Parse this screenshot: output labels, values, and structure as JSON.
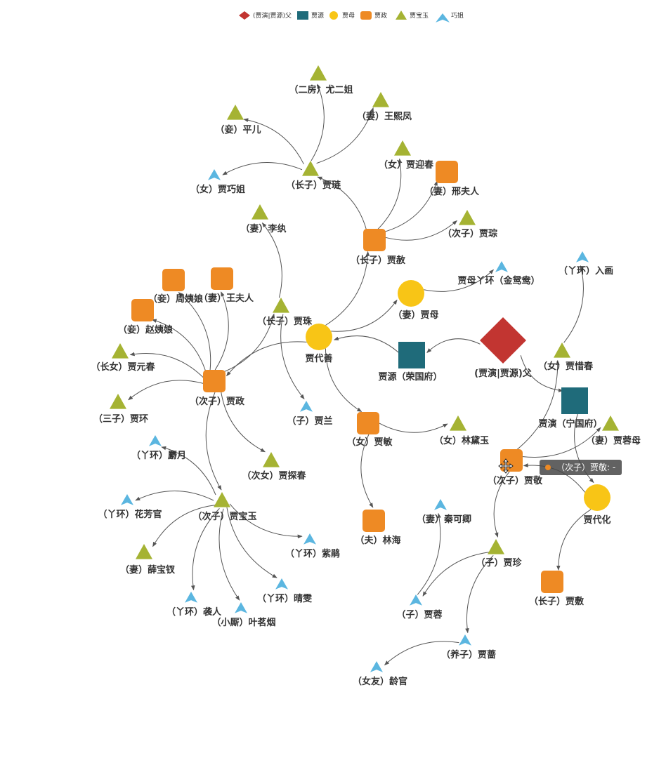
{
  "categories": [
    {
      "name": "(贾演|贾源)父",
      "shape": "diamond",
      "color": "#c23531"
    },
    {
      "name": "贾源",
      "shape": "square",
      "color": "#1f6b7a"
    },
    {
      "name": "贾母",
      "shape": "circle",
      "color": "#f8c516"
    },
    {
      "name": "贾政",
      "shape": "roundrect",
      "color": "#ee8a24"
    },
    {
      "name": "贾宝玉",
      "shape": "triangle",
      "color": "#a5b333"
    },
    {
      "name": "巧姐",
      "shape": "arrow",
      "color": "#5bb6e0"
    }
  ],
  "nodes": [
    {
      "id": "ancestor",
      "name": "(贾演|贾源)父",
      "category": 0
    },
    {
      "id": "jiayuan",
      "name": "贾源（荣国府）",
      "category": 1
    },
    {
      "id": "jiayan",
      "name": "贾演（宁国府）",
      "category": 1
    },
    {
      "id": "jiamu",
      "name": "（妻）贾母",
      "category": 2
    },
    {
      "id": "jiadaishan",
      "name": "贾代善",
      "category": 2
    },
    {
      "id": "jiadaihua",
      "name": "贾代化",
      "category": 2
    },
    {
      "id": "jiashe",
      "name": "（长子）贾赦",
      "category": 3
    },
    {
      "id": "jiazheng",
      "name": "（次子）贾政",
      "category": 3
    },
    {
      "id": "jiamin",
      "name": "（女）贾敏",
      "category": 3
    },
    {
      "id": "linhai",
      "name": "（夫）林海",
      "category": 3
    },
    {
      "id": "xingfuren",
      "name": "（妻）邢夫人",
      "category": 3
    },
    {
      "id": "wangfuren",
      "name": "（妻）王夫人",
      "category": 3
    },
    {
      "id": "zhouyiniang",
      "name": "（妾）周姨娘",
      "category": 3
    },
    {
      "id": "zhaoyiniang",
      "name": "（妾）赵姨娘",
      "category": 3
    },
    {
      "id": "jiajing",
      "name": "（次子）贾敬",
      "category": 3
    },
    {
      "id": "jiafu",
      "name": "（长子）贾敷",
      "category": 3
    },
    {
      "id": "youerjie",
      "name": "（二房）尤二姐",
      "category": 4
    },
    {
      "id": "wangxifeng",
      "name": "（妻）王熙凤",
      "category": 4
    },
    {
      "id": "pinger",
      "name": "（妾）平儿",
      "category": 4
    },
    {
      "id": "jialian",
      "name": "（长子）贾琏",
      "category": 4
    },
    {
      "id": "jiayingchun",
      "name": "（女）贾迎春",
      "category": 4
    },
    {
      "id": "jiacong",
      "name": "（次子）贾琮",
      "category": 4
    },
    {
      "id": "liwan",
      "name": "（妻）李纨",
      "category": 4
    },
    {
      "id": "jiazhu",
      "name": "（长子）贾珠",
      "category": 4
    },
    {
      "id": "jiayuanchun",
      "name": "（长女）贾元春",
      "category": 4
    },
    {
      "id": "jiahuan",
      "name": "（三子）贾环",
      "category": 4
    },
    {
      "id": "jiatanchun",
      "name": "（次女）贾探春",
      "category": 4
    },
    {
      "id": "jiabaoyu",
      "name": "（次子）贾宝玉",
      "category": 4
    },
    {
      "id": "xuebaochai",
      "name": "（妻）薛宝钗",
      "category": 4
    },
    {
      "id": "lindaiyu",
      "name": "（女）林黛玉",
      "category": 4
    },
    {
      "id": "jiaxichun",
      "name": "（女）贾惜春",
      "category": 4
    },
    {
      "id": "jiarongmu",
      "name": "（妻）贾蓉母",
      "category": 4
    },
    {
      "id": "jiazhen",
      "name": "（子）贾珍",
      "category": 4
    },
    {
      "id": "jiaqiaojie",
      "name": "（女）贾巧姐",
      "category": 5
    },
    {
      "id": "yuanyang",
      "name": "贾母丫环（金鸳鸯）",
      "category": 5
    },
    {
      "id": "ruhua",
      "name": "（丫环）入画",
      "category": 5
    },
    {
      "id": "jialan",
      "name": "（子）贾兰",
      "category": 5
    },
    {
      "id": "sheyue",
      "name": "（丫环）麝月",
      "category": 5
    },
    {
      "id": "huafangguan",
      "name": "（丫环）花芳官",
      "category": 5
    },
    {
      "id": "zijuan",
      "name": "（丫环）紫鹃",
      "category": 5
    },
    {
      "id": "qingwen",
      "name": "（丫环）晴雯",
      "category": 5
    },
    {
      "id": "xiren",
      "name": "（丫环）袭人",
      "category": 5
    },
    {
      "id": "yemingyan",
      "name": "（小厮）叶茗烟",
      "category": 5
    },
    {
      "id": "qinkeqing",
      "name": "（妻）秦可卿",
      "category": 5
    },
    {
      "id": "jiarong",
      "name": "（子）贾蓉",
      "category": 5
    },
    {
      "id": "jiaqiang",
      "name": "（养子）贾蔷",
      "category": 5
    },
    {
      "id": "lingguan",
      "name": "（女友）龄官",
      "category": 5
    }
  ],
  "links": [
    {
      "source": "ancestor",
      "target": "jiayuan"
    },
    {
      "source": "ancestor",
      "target": "jiayan"
    },
    {
      "source": "jiayuan",
      "target": "jiadaishan"
    },
    {
      "source": "jiadaishan",
      "target": "jiamu"
    },
    {
      "source": "jiamu",
      "target": "yuanyang"
    },
    {
      "source": "jiadaishan",
      "target": "jiashe"
    },
    {
      "source": "jiadaishan",
      "target": "jiazheng"
    },
    {
      "source": "jiadaishan",
      "target": "jiamin"
    },
    {
      "source": "jiamin",
      "target": "lindaiyu"
    },
    {
      "source": "jiamin",
      "target": "linhai"
    },
    {
      "source": "jiashe",
      "target": "jialian"
    },
    {
      "source": "jiashe",
      "target": "jiayingchun"
    },
    {
      "source": "jiashe",
      "target": "xingfuren"
    },
    {
      "source": "jiashe",
      "target": "jiacong"
    },
    {
      "source": "jialian",
      "target": "youerjie"
    },
    {
      "source": "jialian",
      "target": "wangxifeng"
    },
    {
      "source": "jialian",
      "target": "pinger"
    },
    {
      "source": "jialian",
      "target": "jiaqiaojie"
    },
    {
      "source": "jiazheng",
      "target": "jiazhu"
    },
    {
      "source": "jiazhu",
      "target": "liwan"
    },
    {
      "source": "jiazhu",
      "target": "jialan"
    },
    {
      "source": "jiazheng",
      "target": "wangfuren"
    },
    {
      "source": "jiazheng",
      "target": "zhouyiniang"
    },
    {
      "source": "jiazheng",
      "target": "zhaoyiniang"
    },
    {
      "source": "jiazheng",
      "target": "jiayuanchun"
    },
    {
      "source": "jiazheng",
      "target": "jiahuan"
    },
    {
      "source": "jiazheng",
      "target": "jiatanchun"
    },
    {
      "source": "jiazheng",
      "target": "jiabaoyu"
    },
    {
      "source": "jiabaoyu",
      "target": "sheyue"
    },
    {
      "source": "jiabaoyu",
      "target": "huafangguan"
    },
    {
      "source": "jiabaoyu",
      "target": "xuebaochai"
    },
    {
      "source": "jiabaoyu",
      "target": "zijuan"
    },
    {
      "source": "jiabaoyu",
      "target": "qingwen"
    },
    {
      "source": "jiabaoyu",
      "target": "xiren"
    },
    {
      "source": "jiabaoyu",
      "target": "yemingyan"
    },
    {
      "source": "jiayan",
      "target": "jiadaihua"
    },
    {
      "source": "jiadaihua",
      "target": "jiajing"
    },
    {
      "source": "jiadaihua",
      "target": "jiafu"
    },
    {
      "source": "jiajing",
      "target": "jiaxichun"
    },
    {
      "source": "jiajing",
      "target": "jiarongmu"
    },
    {
      "source": "jiajing",
      "target": "jiazhen"
    },
    {
      "source": "jiaxichun",
      "target": "ruhua"
    },
    {
      "source": "jiazhen",
      "target": "jiarong"
    },
    {
      "source": "jiazhen",
      "target": "jiaqiang"
    },
    {
      "source": "jiarong",
      "target": "qinkeqing"
    },
    {
      "source": "jiaqiang",
      "target": "lingguan"
    }
  ],
  "tooltip": {
    "text": "（次子）贾敬: -",
    "color": "#ee8a24"
  }
}
